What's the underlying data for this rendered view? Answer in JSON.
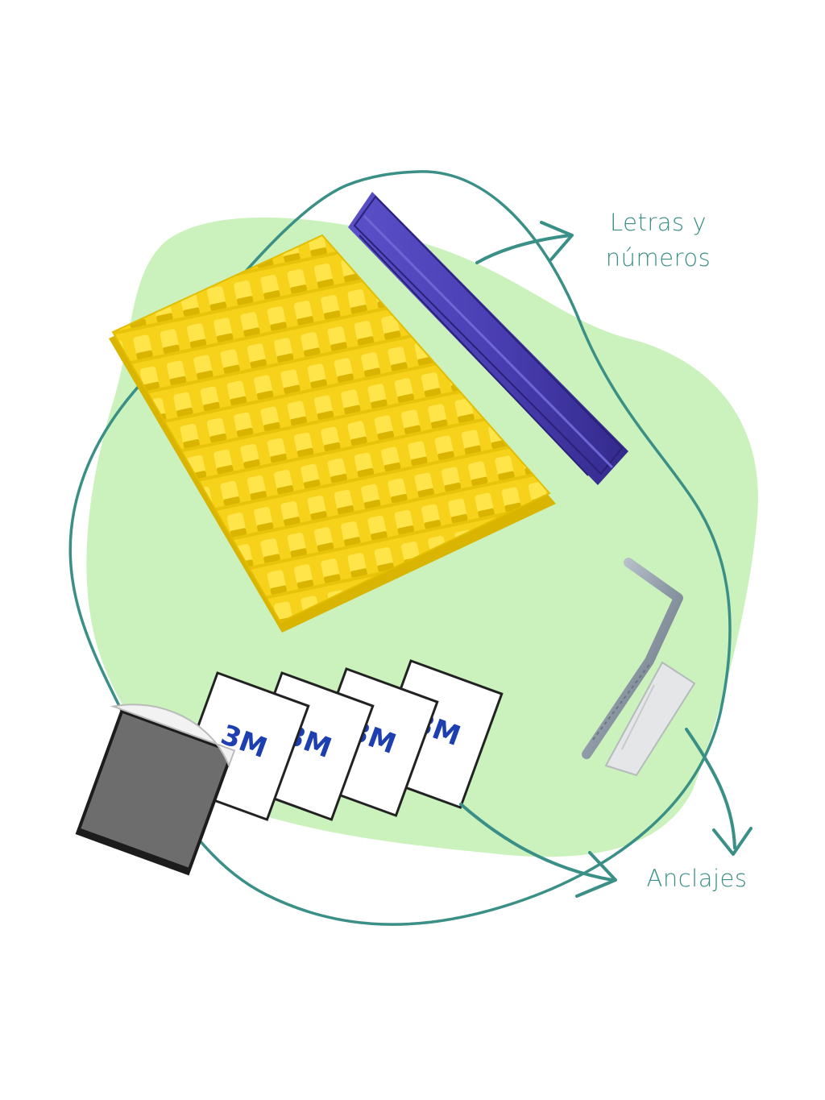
{
  "labels": {
    "letters_line1": "Letras y",
    "letters_line2": "números",
    "anchors": "Anclajes"
  },
  "colors": {
    "blob": "#cbf2bd",
    "outline": "#3a8f86",
    "letters_tray": "#f6d21a",
    "letters_tray_shadow": "#d9b400",
    "rail": "#4b3fb4",
    "rail_dark": "#332a8c",
    "tape_backing": "#ffffff",
    "tape_print": "#1e3fb0",
    "felt": "#6d6d6d",
    "metal": "#9aa6b2",
    "plug": "#e4e6e8"
  },
  "icons": [
    "letters-tray-image",
    "rail-image",
    "adhesive-pads-image",
    "hook-screw-image",
    "wall-plug-image",
    "arrow-icon"
  ]
}
